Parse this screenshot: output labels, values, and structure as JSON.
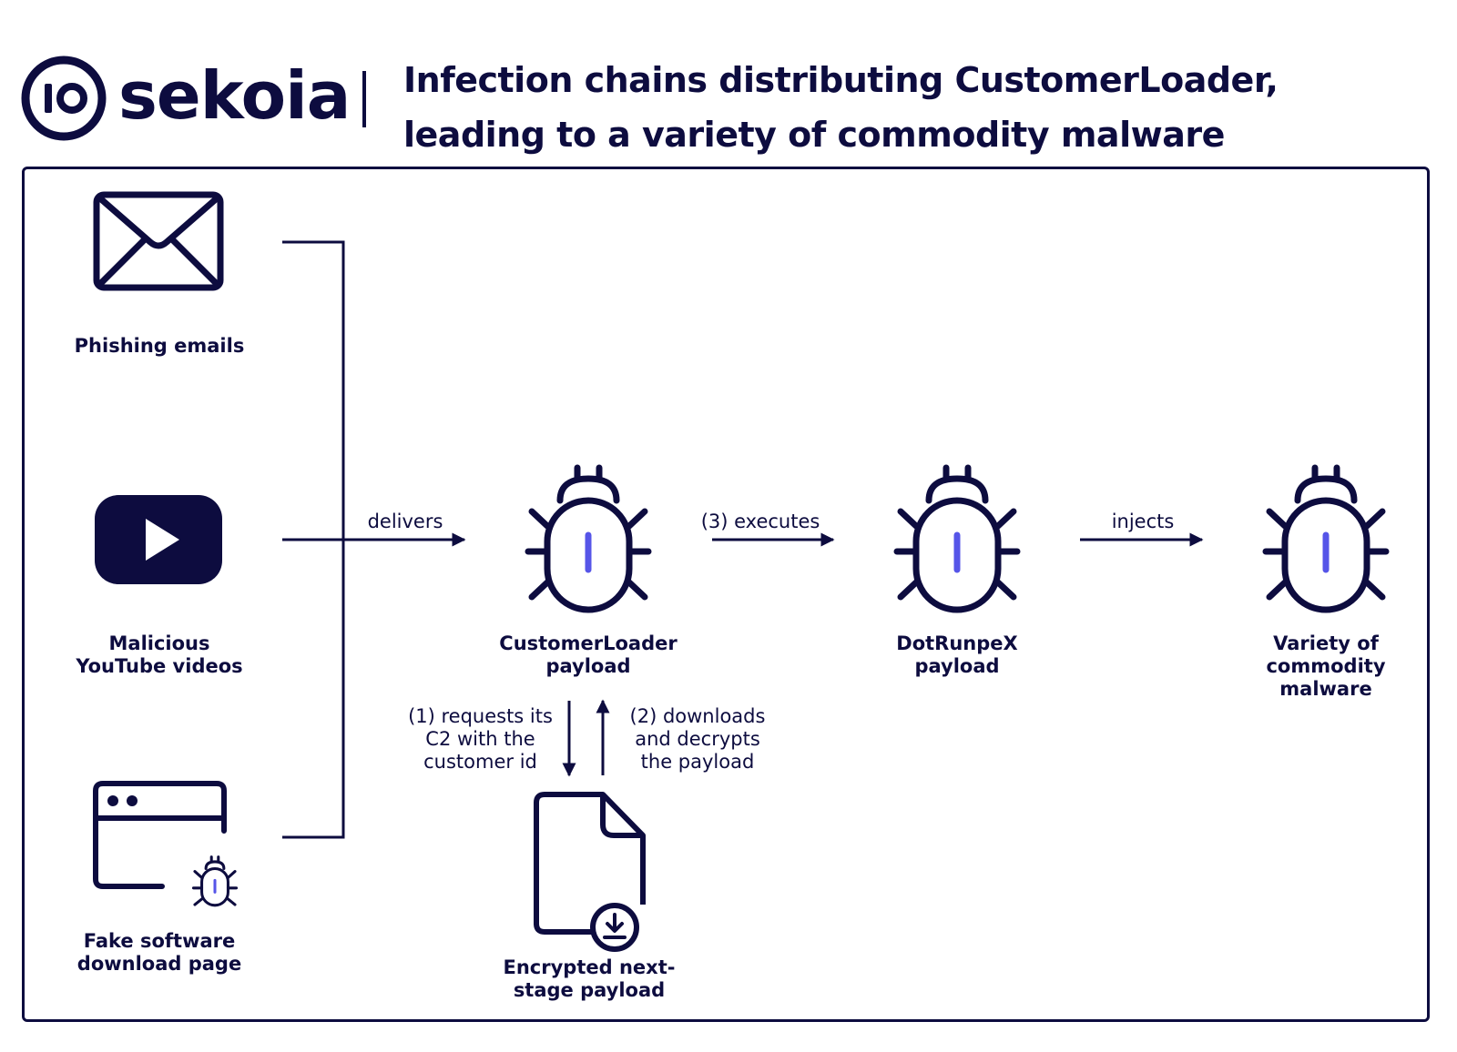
{
  "brand": {
    "name": "sekoia",
    "logo_mark": "IO"
  },
  "title": {
    "line1": "Infection chains distributing CustomerLoader,",
    "line2": "leading to a variety of commodity malware"
  },
  "colors": {
    "navy": "#0d0c3f",
    "accent": "#5655e8",
    "background": "#ffffff"
  },
  "sources": [
    {
      "icon": "envelope-icon",
      "label": "Phishing emails"
    },
    {
      "icon": "youtube-play-icon",
      "label_line1": "Malicious",
      "label_line2": "YouTube videos"
    },
    {
      "icon": "browser-window-bug-icon",
      "label_line1": "Fake software",
      "label_line2": "download page"
    }
  ],
  "nodes": {
    "customerloader": {
      "icon": "bug-icon",
      "label_line1": "CustomerLoader",
      "label_line2": "payload"
    },
    "dotrunpex": {
      "icon": "bug-icon",
      "label_line1": "DotRunpeX",
      "label_line2": "payload"
    },
    "commodity": {
      "icon": "bug-icon",
      "label_line1": "Variety of",
      "label_line2": "commodity",
      "label_line3": "malware"
    },
    "encrypted": {
      "icon": "file-download-icon",
      "label_line1": "Encrypted next-",
      "label_line2": "stage payload"
    }
  },
  "edges": {
    "delivers": "delivers",
    "executes": "(3) executes",
    "injects": "injects",
    "requests": {
      "line1": "(1) requests its",
      "line2": "C2 with the",
      "line3": "customer id"
    },
    "downloads": {
      "line1": "(2) downloads",
      "line2": "and decrypts",
      "line3": "the payload"
    }
  }
}
